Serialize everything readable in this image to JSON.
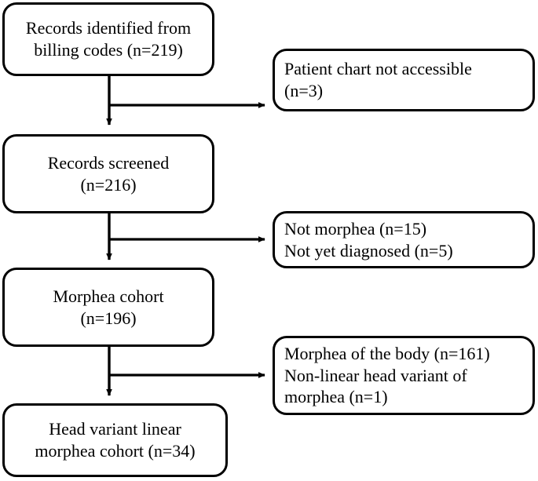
{
  "figure": {
    "type": "flowchart",
    "orientation": "top-to-bottom with right-side exclusion branches",
    "background_color": "#ffffff",
    "line_color": "#000000",
    "text_color": "#000000"
  },
  "main_nodes": [
    {
      "id": "records-identified",
      "lines": [
        "Records identified  from",
        "billing codes (n=219)"
      ],
      "count": 219
    },
    {
      "id": "records-screened",
      "lines": [
        "Records screened",
        "(n=216)"
      ],
      "count": 216
    },
    {
      "id": "morphea-cohort",
      "lines": [
        "Morphea cohort",
        "(n=196)"
      ],
      "count": 196
    },
    {
      "id": "head-variant-cohort",
      "lines": [
        "Head variant  linear",
        "morphea cohort (n=34)"
      ],
      "count": 34
    }
  ],
  "exclusion_nodes": [
    {
      "id": "chart-not-accessible",
      "lines": [
        "Patient chart not accessible",
        "(n=3)"
      ],
      "count": 3
    },
    {
      "id": "not-morphea-not-diagnosed",
      "lines": [
        "Not morphea (n=15)",
        "Not yet diagnosed (n=5)"
      ],
      "counts": [
        15,
        5
      ]
    },
    {
      "id": "morphea-body-nonlinear",
      "lines": [
        "Morphea of the body (n=161)",
        "Non-linear  head  variant  of",
        "morphea (n=1)"
      ],
      "counts": [
        161,
        1
      ]
    }
  ],
  "connectors": [
    {
      "id": "trunk-1-to-2",
      "from": "records-identified",
      "to": "records-screened",
      "arrow": "down"
    },
    {
      "id": "branch-1-to-excl-1",
      "from": "records-identified",
      "to": "chart-not-accessible",
      "arrow": "right"
    },
    {
      "id": "trunk-2-to-3",
      "from": "records-screened",
      "to": "morphea-cohort",
      "arrow": "down"
    },
    {
      "id": "branch-2-to-excl-2",
      "from": "records-screened",
      "to": "not-morphea-not-diagnosed",
      "arrow": "right"
    },
    {
      "id": "trunk-3-to-4",
      "from": "morphea-cohort",
      "to": "head-variant-cohort",
      "arrow": "down"
    },
    {
      "id": "branch-3-to-excl-3",
      "from": "morphea-cohort",
      "to": "morphea-body-nonlinear",
      "arrow": "right"
    }
  ]
}
